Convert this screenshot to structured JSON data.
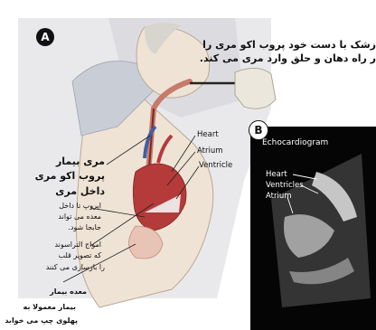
{
  "panel_a": {
    "badge": "A",
    "caption_line1": "زشک با دست خود پروب اکو مری را",
    "caption_line2": "ر راه دهان و حلق وارد مری می کند.",
    "labels": {
      "patient_esophagus": "مری بیمار",
      "probe_in_esophagus_1": "پروب اکو مری",
      "probe_in_esophagus_2": "داخل مری",
      "probe_note_1": "اپروپ تا داخل",
      "probe_note_2": "معده می تواند",
      "probe_note_3": "جابجا شود.",
      "ultrasound_1": "امواج التراسوند",
      "ultrasound_2": "که تصویر قلب",
      "ultrasound_3": "را بازسازی می کنند",
      "stomach": "معده بیمار",
      "position_1": "بیمار معمولا به",
      "position_2": "پهلوی چپ می خوابد",
      "heart": "Heart",
      "atrium": "Atrium",
      "ventricle": "Ventricle"
    }
  },
  "panel_b": {
    "badge": "B",
    "title": "Echocardiogram",
    "labels": {
      "heart": "Heart",
      "ventricles": "Ventricles",
      "atrium": "Atrium"
    }
  },
  "colors": {
    "echo_background": "#050505",
    "skin": "#efe3d5",
    "bedsheet": "#e6e6e8",
    "glove": "#ebe7dc",
    "heart_red": "#b53a3a",
    "vessel_blue": "#3f5ea8",
    "probe_line": "#7a2a2a"
  }
}
